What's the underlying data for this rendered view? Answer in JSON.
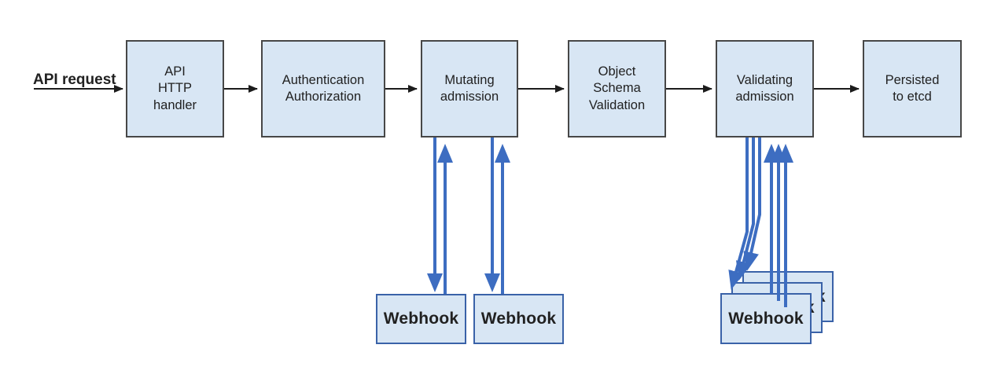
{
  "colors": {
    "box_fill": "#d8e6f4",
    "box_border_dark": "#474747",
    "webhook_border": "#3a62a8",
    "arrow_black": "#1c1c1c",
    "arrow_blue": "#3d6dc1",
    "text": "#212121"
  },
  "flow": {
    "request_label": "API request",
    "stages": [
      {
        "id": "api-http-handler",
        "label": "API\nHTTP\nhandler"
      },
      {
        "id": "authentication-authorization",
        "label": "Authentication\nAuthorization"
      },
      {
        "id": "mutating-admission",
        "label": "Mutating\nadmission"
      },
      {
        "id": "object-schema-validation",
        "label": "Object\nSchema\nValidation"
      },
      {
        "id": "validating-admission",
        "label": "Validating\nadmission"
      },
      {
        "id": "persisted-to-etcd",
        "label": "Persisted\nto etcd"
      }
    ],
    "mutating_webhooks": [
      {
        "label": "Webhook"
      },
      {
        "label": "Webhook"
      }
    ],
    "validating_webhooks": [
      {
        "label": "Webhook"
      },
      {
        "label": "Webhook"
      },
      {
        "label": "Webhook"
      }
    ]
  }
}
